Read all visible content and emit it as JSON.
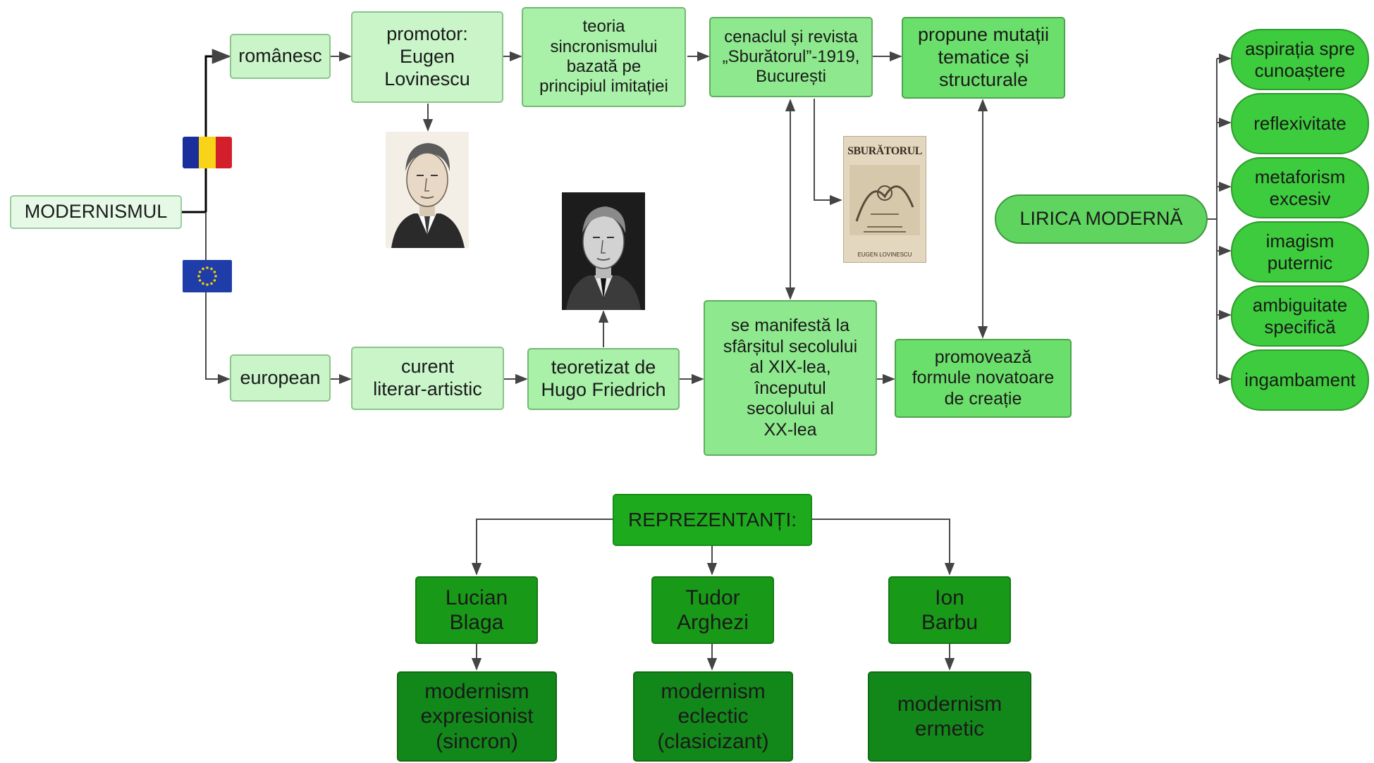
{
  "colors": {
    "flag_blue": "#1b2f9c",
    "flag_yellow": "#f7d417",
    "flag_red": "#d21f2b",
    "eu_blue": "#1f3da8",
    "eu_star": "#f5d000"
  },
  "root": "MODERNISMUL",
  "romanian": {
    "label": "românesc",
    "promoter": "promotor:\nEugen\nLovinescu",
    "theory": "teoria\nsincronismului\nbazată pe\nprincipiul imitației",
    "circle": "cenaclul și revista\n„Sburătorul”-1919,\nBucurești",
    "proposes": "propune mutații\ntematice și\nstructurale",
    "magazine_cover": {
      "title": "SBURĂTORUL",
      "footer": "EUGEN LOVINESCU"
    }
  },
  "european": {
    "label": "european",
    "type": "curent\nliterar-artistic",
    "theorized": "teoretizat de\nHugo Friedrich",
    "period": "se manifestă la\nsfârșitul secolului\nal XIX-lea,\nînceputul\nsecolului al\nXX-lea",
    "promotes": "promovează\nformule novatoare\nde creație"
  },
  "lyric": {
    "title": "LIRICA MODERNĂ",
    "traits": [
      "aspirația spre\ncunoaștere",
      "reflexivitate",
      "metaforism\nexcesiv",
      "imagism\nputernic",
      "ambiguitate\nspecifică",
      "ingambament"
    ]
  },
  "representatives": {
    "title": "REPREZENTANȚI:",
    "poets": [
      {
        "name": "Lucian\nBlaga",
        "style": "modernism\nexpresionist\n(sincron)"
      },
      {
        "name": "Tudor\nArghezi",
        "style": "modernism\neclectic\n(clasicizant)"
      },
      {
        "name": "Ion\nBarbu",
        "style": "modernism\nermetic"
      }
    ]
  }
}
